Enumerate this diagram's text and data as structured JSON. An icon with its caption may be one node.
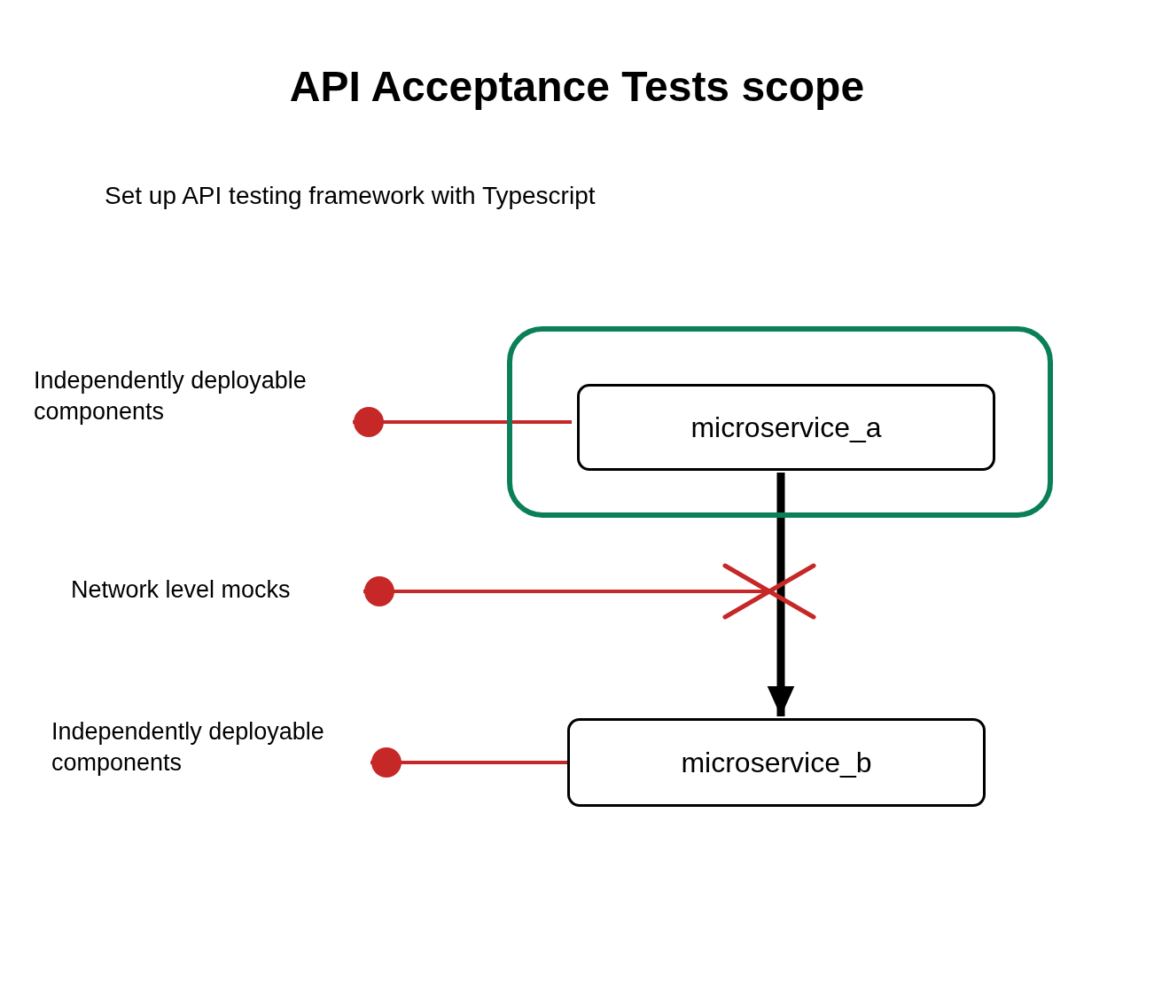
{
  "diagram": {
    "title": "API Acceptance Tests scope",
    "nodes": [
      {
        "text": [
          "Independently deployable components"
        ]
      },
      {
        "text": [],
        "shape": "box"
      },
      {
        "text": [
          "microservice_a"
        ],
        "in": 1
      },
      {
        "text": [
          "Network level mocks"
        ]
      },
      {
        "text": [
          "Independently deployable components"
        ]
      },
      {
        "text": [
          "microservice_b"
        ]
      }
    ],
    "edges": [
      {
        "from": 0,
        "to": 2,
        "arrow": "other",
        "color": "#c62828"
      },
      {
        "from": 3,
        "to": null,
        "arrow": "other",
        "color": "#c62828"
      },
      {
        "from": 2,
        "to": 5,
        "arrow": "to",
        "style": "thick",
        "color": "#000000"
      },
      {
        "from": 4,
        "to": 5,
        "arrow": "other",
        "color": "#c62828"
      }
    ],
    "labels": [
      "Set up API testing framework with Typescript"
    ]
  }
}
